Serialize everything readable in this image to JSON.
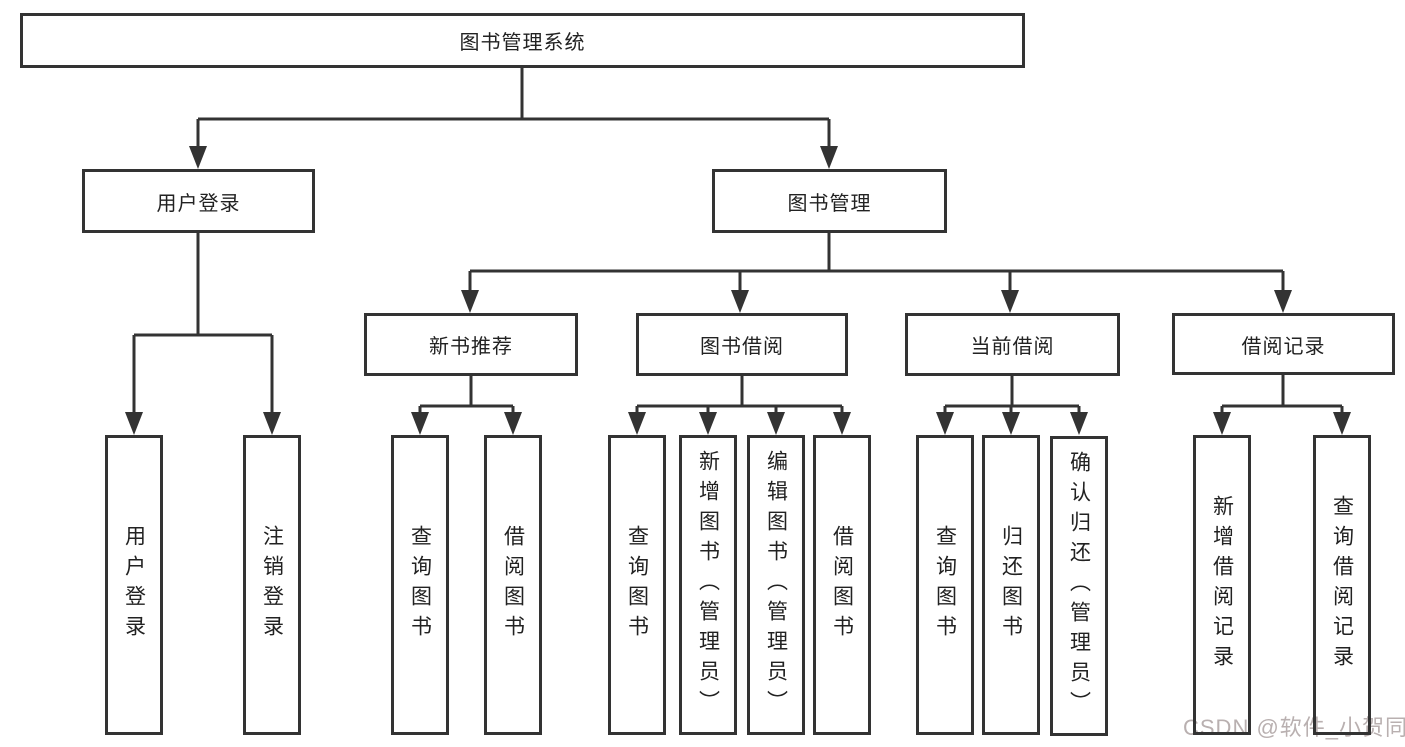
{
  "nodes": {
    "root": "图书管理系统",
    "user_login": "用户登录",
    "book_mgmt": "图书管理",
    "new_book_rec": "新书推荐",
    "book_borrow": "图书借阅",
    "current_borrow": "当前借阅",
    "borrow_records": "借阅记录",
    "ul_login": "用户登录",
    "ul_logout": "注销登录",
    "nbr_query": "查询图书",
    "nbr_borrow": "借阅图书",
    "bb_query": "查询图书",
    "bb_add": "新增图书（管理员）",
    "bb_edit": "编辑图书（管理员）",
    "bb_borrow": "借阅图书",
    "cb_query": "查询图书",
    "cb_return": "归还图书",
    "cb_confirm": "确认归还（管理员）",
    "br_add": "新增借阅记录",
    "br_query": "查询借阅记录"
  },
  "watermark": "CSDN @软件_小贺同学",
  "colors": {
    "line": "#333333",
    "text": "#222222",
    "watermark": "#b9b0b0",
    "background": "#ffffff"
  }
}
